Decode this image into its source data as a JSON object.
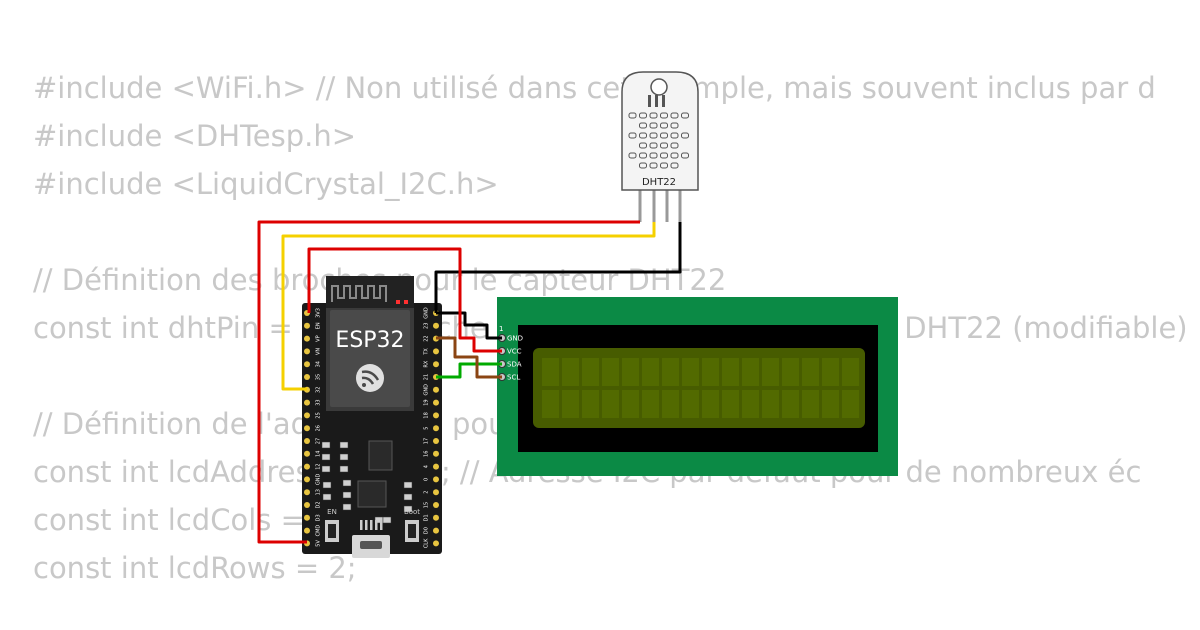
{
  "code_lines": [
    "#include <WiFi.h> // Non utilisé dans cet exemple, mais souvent inclus par d",
    "#include <DHTesp.h>",
    "#include <LiquidCrystal_I2C.h>",
    "",
    "// Définition des broches pour le capteur DHT22",
    "const int dhtPin = 15; // Broche GPIO connectée au capteur DHT22 (modifiable)",
    "",
    "// Définition de l'adresse I2C pour l'écran LCD",
    "const int lcdAddress = 0x27; // Adresse I2C par défaut pour de nombreux éc",
    "const int lcdCols = 16;",
    "const int lcdRows = 2;"
  ],
  "components": {
    "sensor": {
      "label": "DHT22"
    },
    "board": {
      "label": "ESP32",
      "en_label": "EN",
      "boot_label": "Boot"
    },
    "lcd": {
      "pin1_label": "1",
      "pins": [
        "GND",
        "VCC",
        "SDA",
        "SCL"
      ]
    }
  },
  "board_pins": {
    "left": [
      "3V3",
      "EN",
      "VP",
      "VN",
      "34",
      "35",
      "32",
      "33",
      "25",
      "26",
      "27",
      "14",
      "12",
      "GND",
      "13",
      "D2",
      "D3",
      "CMD",
      "5V"
    ],
    "right": [
      "GND",
      "23",
      "22",
      "TX",
      "RX",
      "21",
      "GND",
      "19",
      "18",
      "5",
      "17",
      "16",
      "4",
      "0",
      "2",
      "15",
      "D1",
      "D0",
      "CLK"
    ]
  },
  "colors": {
    "code_text": "#c8c8c8",
    "board": "#1a1a1a",
    "lcd_pcb": "#0b8a45",
    "lcd_screen": "#475c00",
    "wire_red": "#dd0000",
    "wire_yellow": "#f5d000",
    "wire_black": "#000000",
    "wire_green": "#00aa00",
    "wire_brown": "#8b4513",
    "pin_gold": "#e8c540"
  }
}
